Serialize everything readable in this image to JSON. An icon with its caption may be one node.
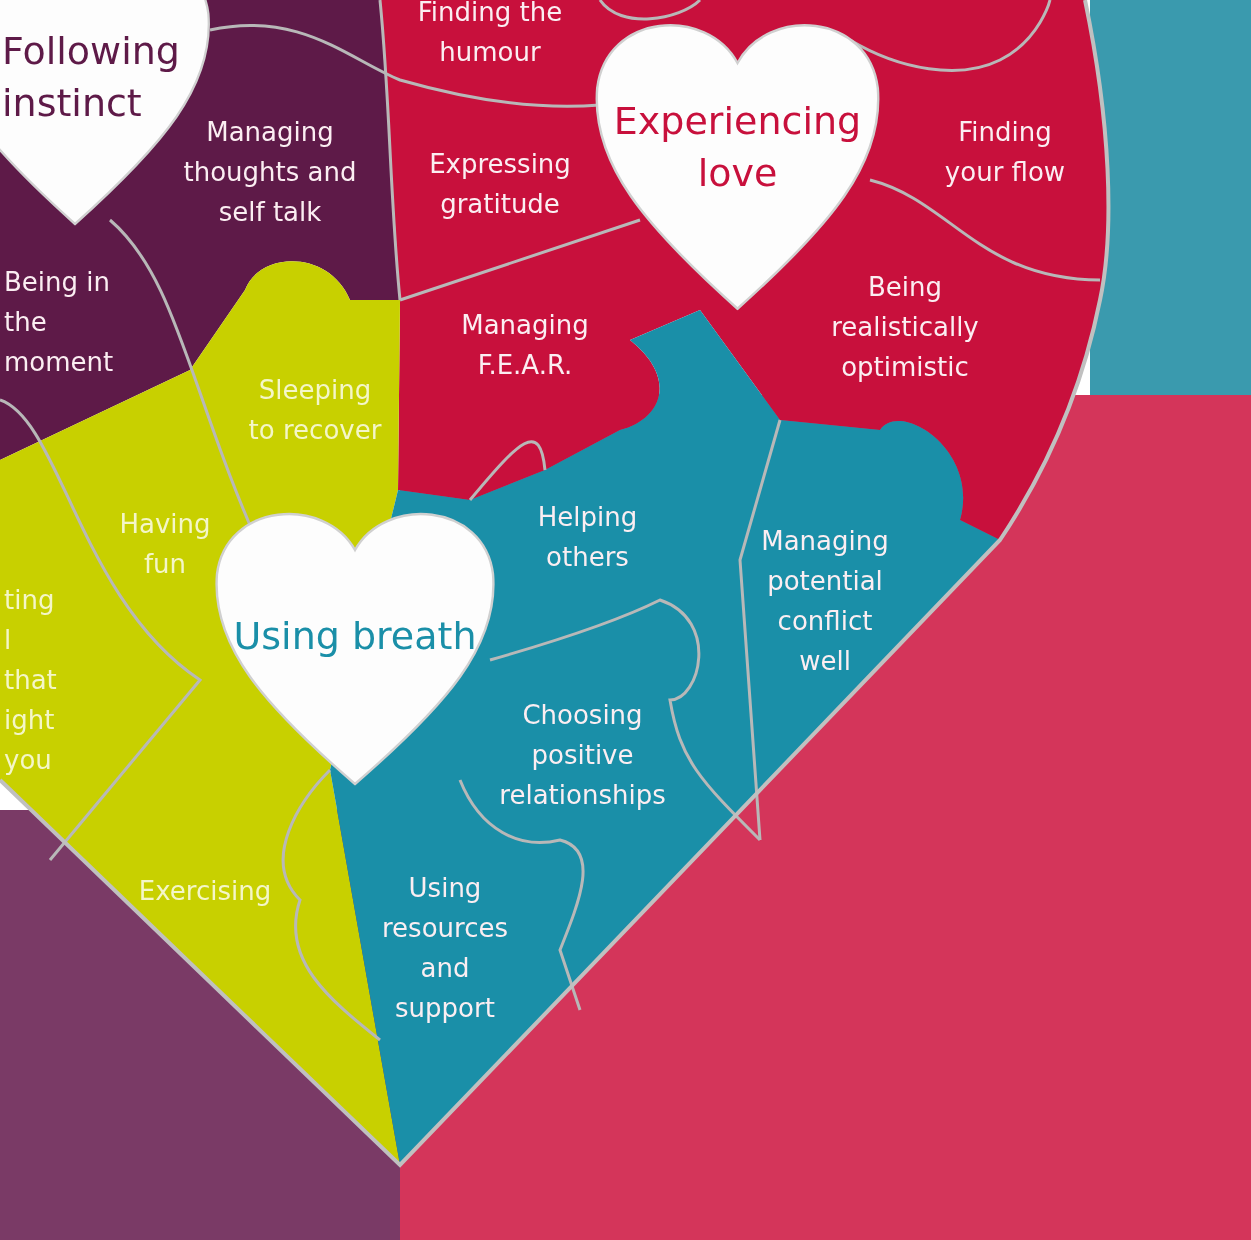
{
  "diagram": {
    "nodes": [
      {
        "text": [
          "Following instinct"
        ]
      },
      {
        "text": [
          "Finding the humour"
        ]
      },
      {
        "text": [
          "Managing thoughts and self talk"
        ]
      },
      {
        "text": [
          "Expressing gratitude"
        ]
      },
      {
        "text": [
          "Experiencing love"
        ]
      },
      {
        "text": [
          "Finding your flow"
        ]
      },
      {
        "text": [
          "Being in the moment"
        ]
      },
      {
        "text": [
          "Managing F.E.A.R."
        ]
      },
      {
        "text": [
          "Being realistically optimistic"
        ]
      },
      {
        "text": [
          "Sleeping to recover"
        ]
      },
      {
        "text": [
          "Having fun"
        ]
      },
      {
        "text": [
          "Helping others"
        ]
      },
      {
        "text": [
          "Managing potential conflict well"
        ]
      },
      {
        "text": [
          "ting l that ight you"
        ]
      },
      {
        "text": [
          "Using breath"
        ]
      },
      {
        "text": [
          "Choosing positive relationships"
        ]
      },
      {
        "text": [
          "Exercising"
        ]
      },
      {
        "text": [
          "Using resources and support"
        ]
      }
    ]
  }
}
